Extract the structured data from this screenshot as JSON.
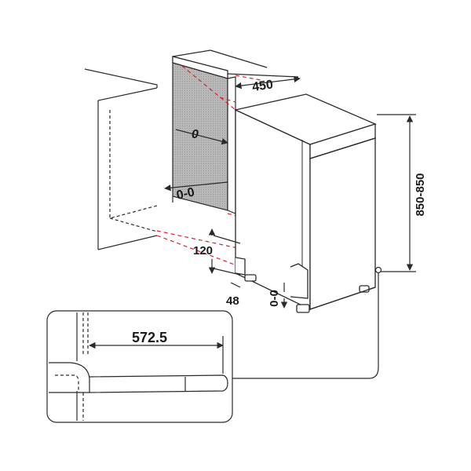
{
  "dimensions": {
    "depth": "450",
    "height": "850-850",
    "gap_side": "0",
    "gap_side_range": "0-0",
    "plinth_height": "120",
    "plinth_depth": "48",
    "foot_adjust": "0-0",
    "detail_depth": "572.5"
  },
  "colors": {
    "line": "#2a2a2a",
    "red_dashed": "#d9232d",
    "panel_fill": "#bdbdbd"
  }
}
